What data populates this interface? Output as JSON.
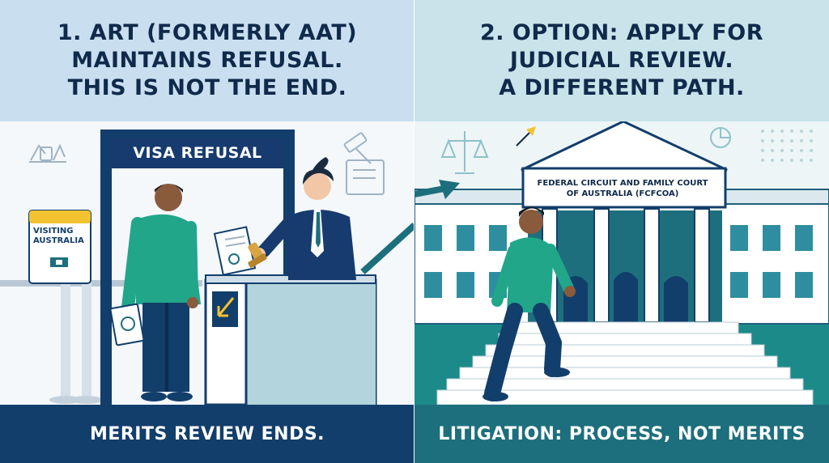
{
  "left": {
    "header": {
      "line1": "1. ART (FORMERLY AAT)",
      "line2": "MAINTAINS REFUSAL.",
      "line3": "THIS IS NOT THE END."
    },
    "visa_sign": "VISA REFUSAL",
    "visiting_sign": {
      "line1": "VISITING",
      "line2": "AUSTRALIA"
    },
    "footer": "MERITS REVIEW ENDS."
  },
  "right": {
    "header": {
      "line1": "2. OPTION: APPLY FOR",
      "line2": "JUDICIAL REVIEW.",
      "line3": "A DIFFERENT PATH."
    },
    "court_sign": {
      "line1": "FEDERAL CIRCUIT AND FAMILY COURT",
      "line2": "OF AUSTRALIA (FCFCOA)"
    },
    "footer": "LITIGATION: PROCESS, NOT MERITS"
  },
  "colors": {
    "navy": "#123e6b",
    "teal": "#1d6f7d",
    "green_shirt": "#21a68a",
    "light_blue": "#c9dff0",
    "arrow_yellow": "#f2c230"
  },
  "icons": [
    "coat-of-arms-icon",
    "gavel-icon",
    "scales-icon",
    "pen-icon",
    "chart-icon",
    "arrow-icon",
    "passport-icon",
    "stamp-icon"
  ]
}
